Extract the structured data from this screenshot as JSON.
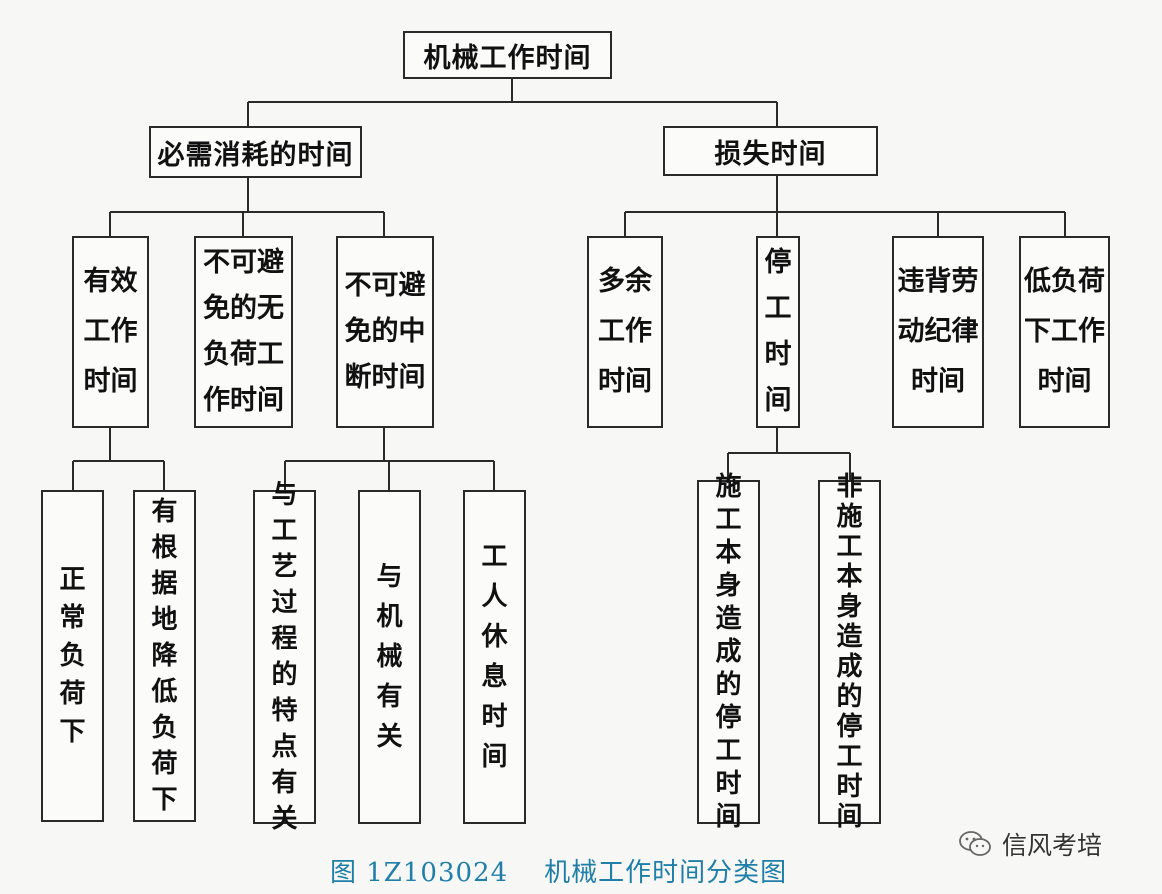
{
  "root": "机械工作时间",
  "necessary": {
    "label": "必需消耗的时间",
    "children": {
      "effective": "有效工作时间",
      "unavoidable_noload": "不可避免的无负荷工作时间",
      "unavoidable_interrupt": "不可避免的中断时间"
    },
    "effective_sub": [
      "正常负荷下",
      "有根据地降低负荷下"
    ],
    "interrupt_sub": [
      "与工艺过程的特点有关",
      "与机械有关",
      "工人休息时间"
    ]
  },
  "loss": {
    "label": "损失时间",
    "children": {
      "excess": "多余工作时间",
      "stoppage": "停工时间",
      "discipline": "违背劳动纪律时间",
      "lowload": "低负荷下工作时间"
    },
    "stoppage_sub": [
      "施工本身造成的停工时间",
      "非施工本身造成的停工时间"
    ]
  },
  "caption": {
    "prefix": "图 1Z103024",
    "title": "机械工作时间分类图"
  },
  "watermark": {
    "text": "信风考培",
    "icon": "wechat-icon"
  }
}
